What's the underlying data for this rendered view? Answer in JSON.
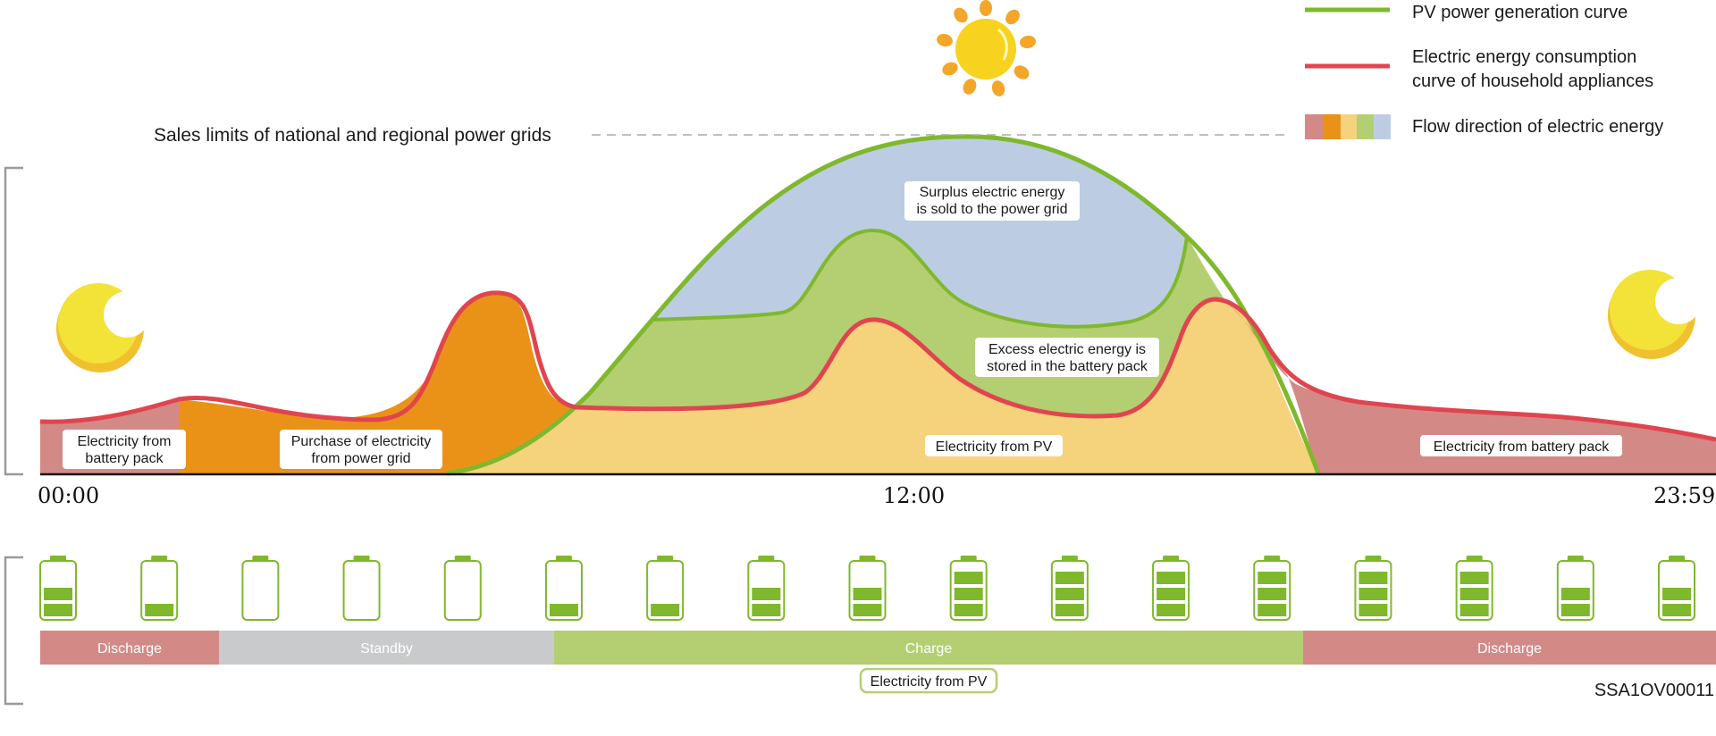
{
  "legend": {
    "pv_curve": "PV power generation curve",
    "consumption_curve_line1": "Electric energy consumption",
    "consumption_curve_line2": "curve of household appliances",
    "flow_direction": "Flow direction of electric energy"
  },
  "grid_limit_label": "Sales limits of national and regional power grids",
  "areas": {
    "battery_left_line1": "Electricity from",
    "battery_left_line2": "battery pack",
    "grid_purchase_line1": "Purchase of electricity",
    "grid_purchase_line2": "from power grid",
    "surplus_line1": "Surplus electric energy",
    "surplus_line2": "is sold to the power grid",
    "excess_line1": "Excess electric energy is",
    "excess_line2": "stored in the battery pack",
    "pv": "Electricity from PV",
    "battery_right": "Electricity from battery pack"
  },
  "time_axis": {
    "start": "00:00",
    "mid": "12:00",
    "end": "23:59"
  },
  "battery_levels": [
    2,
    1,
    0,
    0,
    0,
    1,
    1,
    2,
    2,
    3,
    3,
    3,
    3,
    3,
    3,
    2,
    2
  ],
  "phases": [
    {
      "label": "Discharge",
      "color": "#d38a87"
    },
    {
      "label": "Standby",
      "color": "#c9cacb"
    },
    {
      "label": "Charge",
      "color": "#b3cf72"
    },
    {
      "label": "Discharge",
      "color": "#d38a87"
    }
  ],
  "phase_note": "Electricity from PV",
  "figure_code": "SSA1OV00011",
  "colors": {
    "pv_line": "#7fb82d",
    "consumption_line": "#e0454f",
    "battery_area": "#d38a87",
    "grid_area": "#ea9218",
    "pv_area": "#f5d27c",
    "storage_area": "#b3cf72",
    "sold_area": "#bccde3",
    "sun": "#f7d21f",
    "sun_rays": "#f3a62a",
    "moon": "#f1d528"
  },
  "icons": [
    "sun-icon",
    "moon-icon",
    "battery-icon"
  ]
}
